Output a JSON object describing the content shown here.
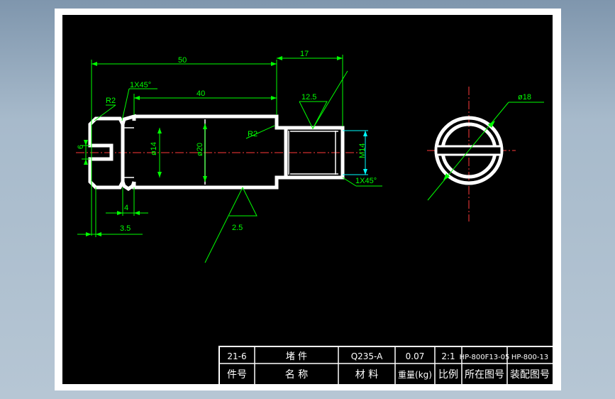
{
  "drawing": {
    "dimensions": {
      "overall_length": "50",
      "shank_length": "40",
      "thread_length": "17",
      "chamfer_left": "1X45°",
      "chamfer_right": "1X45°",
      "radius_left": "R2",
      "radius_right": "R2",
      "head_diameter": "ø14",
      "shank_diameter": "ø20",
      "thread_spec": "M14",
      "slot_width": "6",
      "groove_width": "4",
      "head_thickness": "3.5",
      "roughness_top": "12.5",
      "roughness_bottom": "2.5",
      "end_view_diameter": "ø18"
    },
    "colors": {
      "background": "#000000",
      "part_outline": "#ffffff",
      "dimension": "#00ff00",
      "centerline": "#ff0000",
      "thread_dim": "#00ffff"
    }
  },
  "title_block": {
    "row1": [
      "21-6",
      "堵  件",
      "Q235-A",
      "0.07",
      "2:1",
      "HP-800F13-05",
      "HP-800-13"
    ],
    "row2": [
      "件号",
      "名  称",
      "材 料",
      "重量(kg)",
      "比例",
      "所在图号",
      "装配图号"
    ]
  }
}
